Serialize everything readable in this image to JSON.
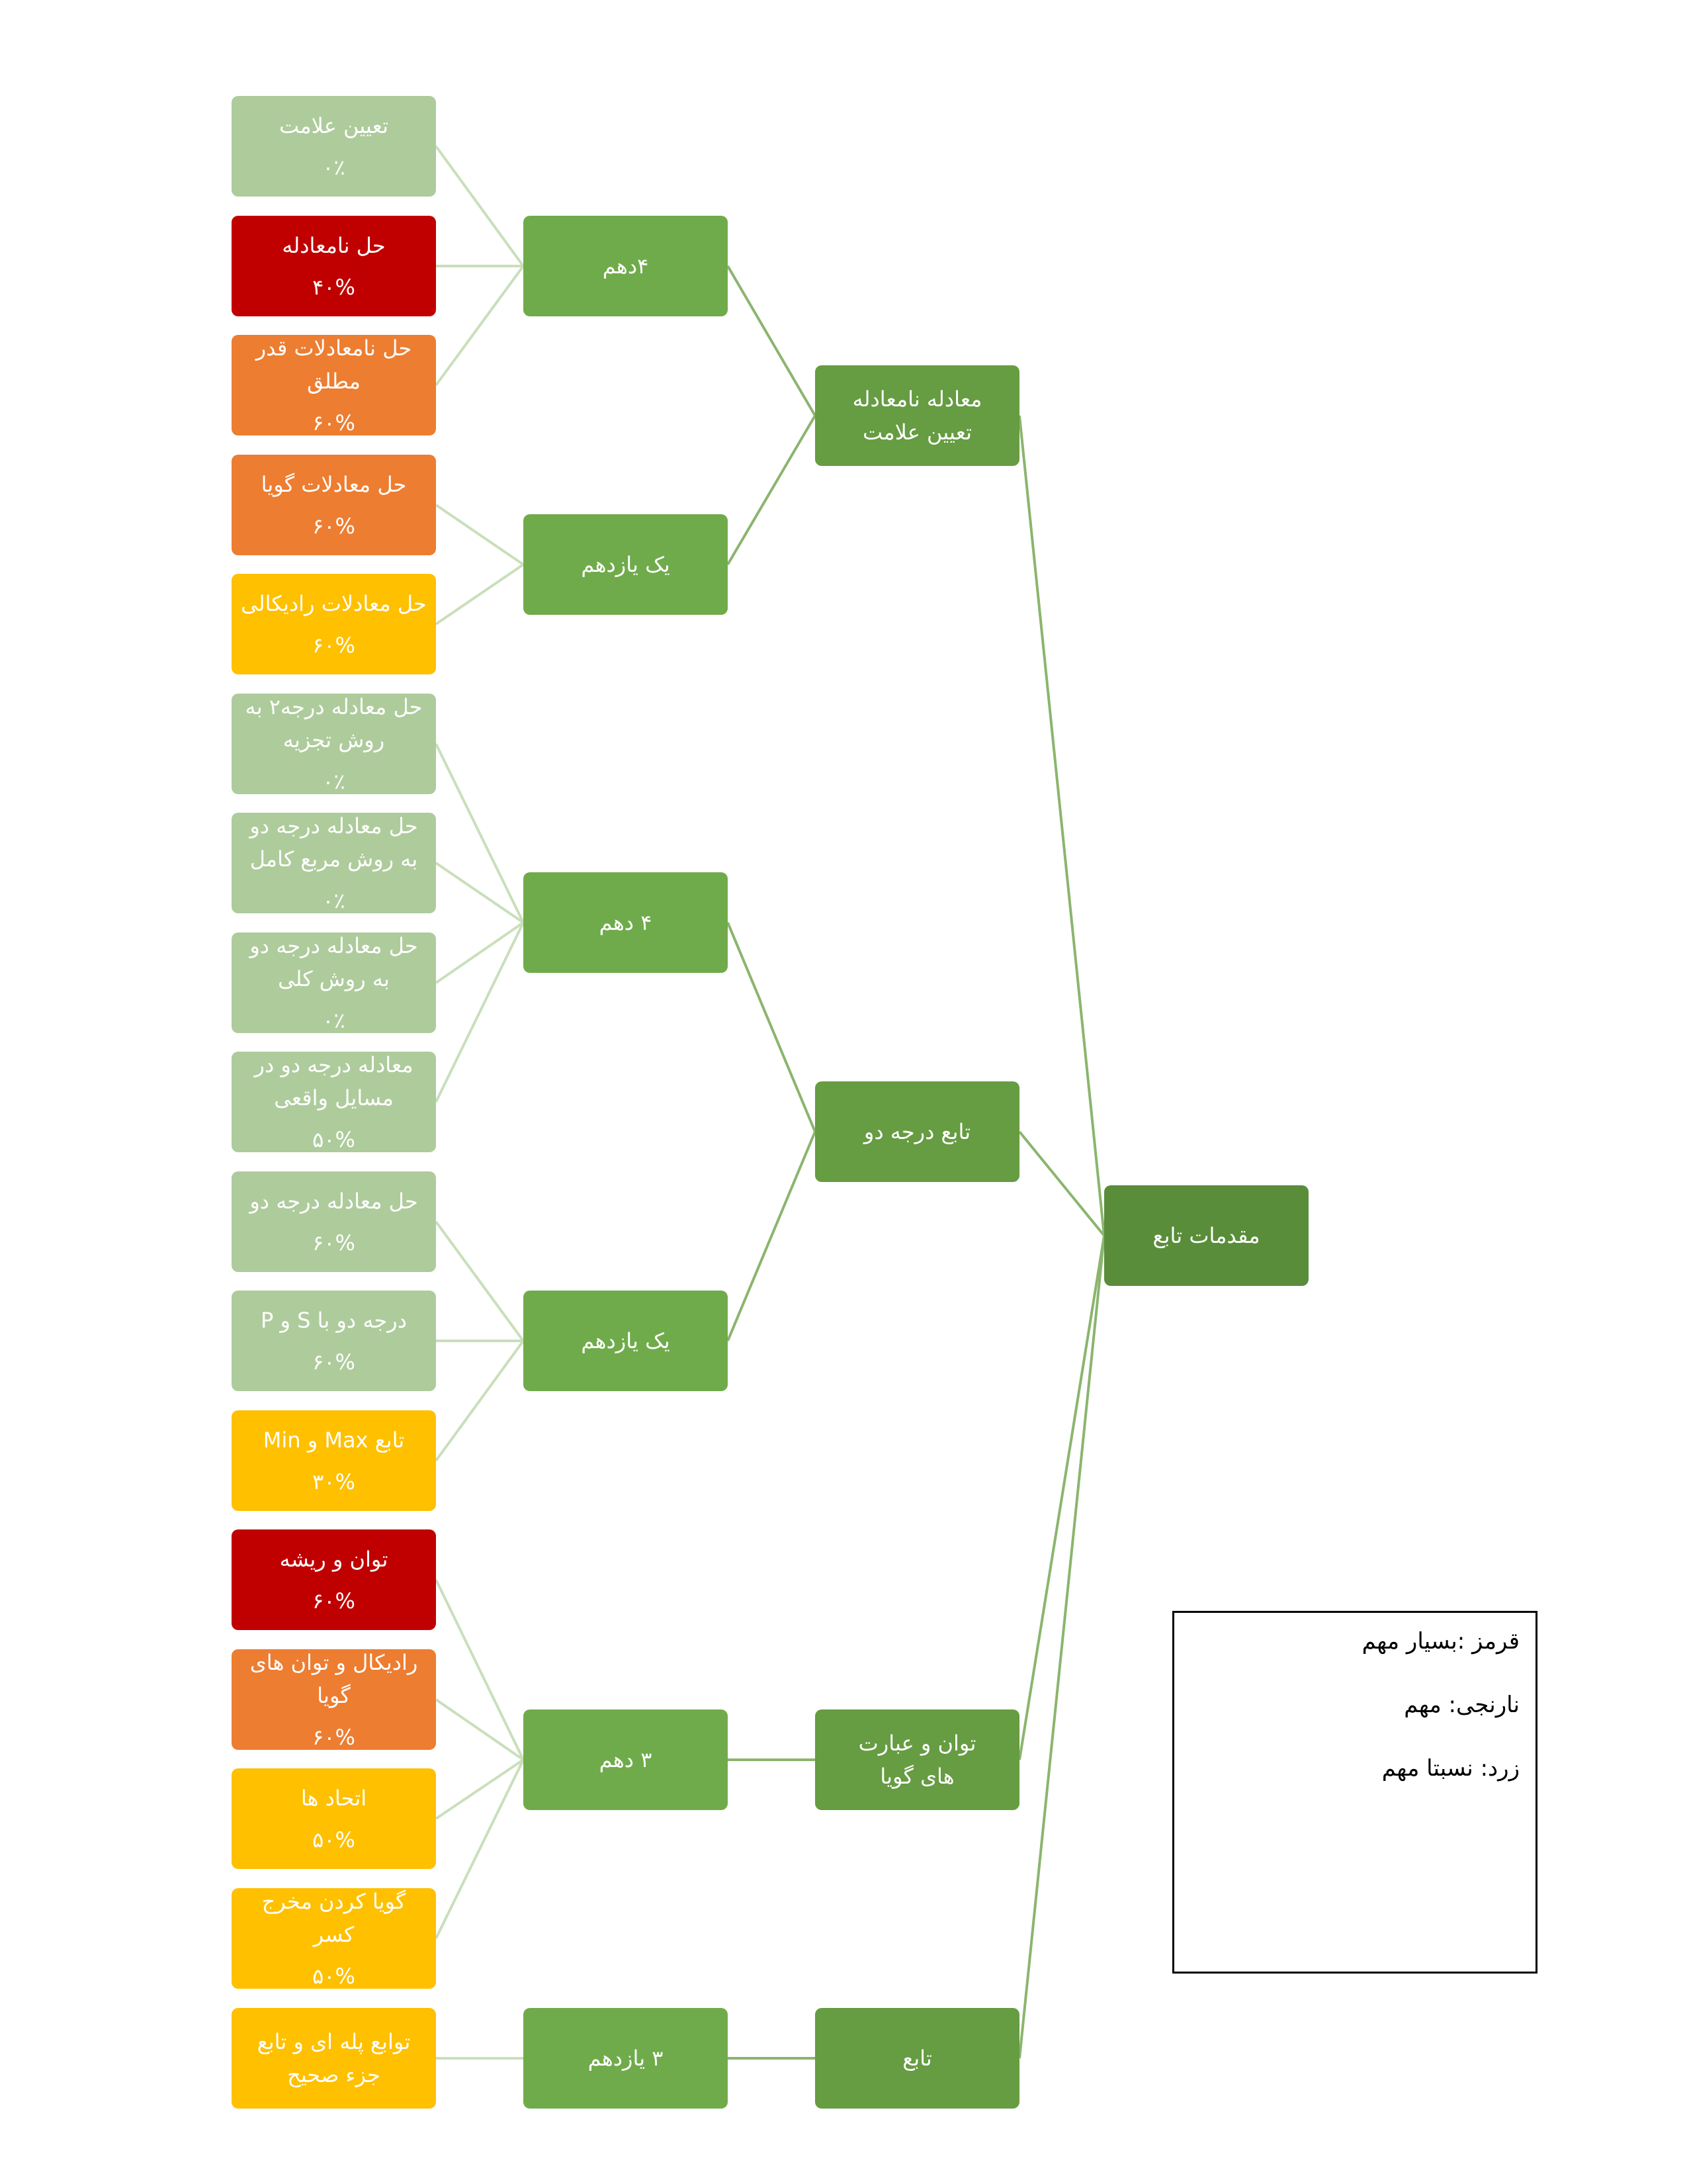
{
  "colors": {
    "root": "#5a8d3a",
    "subtopic": "#669c42",
    "grade": "#70ab4b",
    "red": "#c00000",
    "orange": "#ed7d31",
    "yellow": "#ffc000",
    "gray_green": "#aecb9c",
    "connector_main": "#8bb56e",
    "connector_light": "#c9dfbb"
  },
  "root": {
    "label": "مقدمات تابع"
  },
  "subtopics": [
    {
      "label": "معادله نامعادله\nتعیین علامت"
    },
    {
      "label": "تابع درجه دو"
    },
    {
      "label": "توان و عبارت\nهای گویا"
    },
    {
      "label": "تابع"
    }
  ],
  "grades": [
    {
      "label": "۴دهم"
    },
    {
      "label": "یک یازدهم"
    },
    {
      "label": "۴ دهم"
    },
    {
      "label": "یک یازدهم"
    },
    {
      "label": "۳ دهم"
    },
    {
      "label": "۳ یازدهم"
    }
  ],
  "topics": [
    {
      "label": "تعیین علامت",
      "percent": "۰٪",
      "color": "gray_green"
    },
    {
      "label": "حل نامعادله",
      "percent": "۴۰%",
      "color": "red"
    },
    {
      "label": "حل نامعادلات قدر\nمطلق",
      "percent": "۶۰%",
      "color": "orange"
    },
    {
      "label": "حل معادلات گویا",
      "percent": "۶۰%",
      "color": "orange"
    },
    {
      "label": "حل معادلات رادیکالی",
      "percent": "۶۰%",
      "color": "yellow"
    },
    {
      "label": "حل معادله درجه۲ به\nروش تجزیه",
      "percent": "۰٪",
      "color": "gray_green"
    },
    {
      "label": "حل معادله درجه دو\nبه روش مربع کامل",
      "percent": "۰٪",
      "color": "gray_green"
    },
    {
      "label": "حل معادله درجه دو\nبه روش کلی",
      "percent": "۰٪",
      "color": "gray_green"
    },
    {
      "label": "معادله درجه دو در\nمسایل واقعی",
      "percent": "۵۰%",
      "color": "gray_green"
    },
    {
      "label": "حل معادله درجه دو",
      "percent": "۶۰%",
      "color": "gray_green"
    },
    {
      "label": "درجه دو با  S و P",
      "percent": "۶۰%",
      "color": "gray_green"
    },
    {
      "label": "تابع Max و  Min",
      "percent": "۳۰%",
      "color": "yellow"
    },
    {
      "label": "توان و ریشه",
      "percent": "۶۰%",
      "color": "red"
    },
    {
      "label": "رادیکال و توان های\nگویا",
      "percent": "۶۰%",
      "color": "orange"
    },
    {
      "label": "اتحاد ها",
      "percent": "۵۰%",
      "color": "yellow"
    },
    {
      "label": "گویا کردن مخرج کسر",
      "percent": "۵۰%",
      "color": "yellow"
    },
    {
      "label": "توابع پله ای و تابع\nجزء صحیح",
      "percent": "",
      "color": "yellow"
    }
  ],
  "legend": {
    "red": "قرمز :بسیار مهم",
    "orange": "نارنجی: مهم",
    "yellow": "زرد: نسبتا مهم"
  }
}
